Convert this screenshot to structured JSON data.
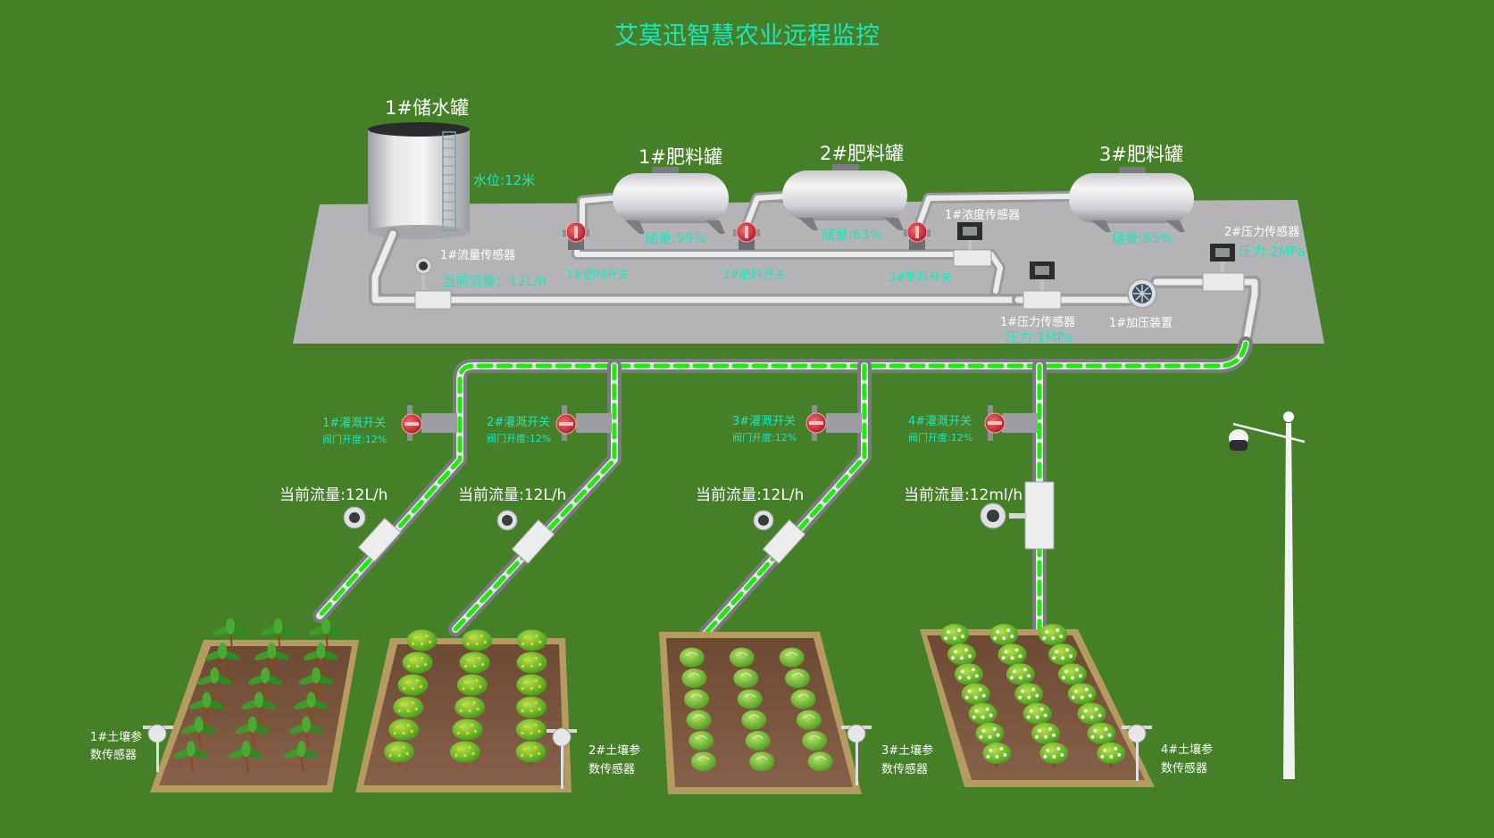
{
  "page": {
    "title": "艾莫迅智慧农业远程监控"
  },
  "water_tank": {
    "name": "1#储水罐",
    "level_label": "水位:12米"
  },
  "flow_sensor_main": {
    "name": "1#流量传感器",
    "value_label": "当前流量：12L/h"
  },
  "fertilizer_tanks": [
    {
      "name": "1#肥料罐",
      "storage_label": "储量:59%",
      "storage_percent": 59,
      "switch_label": "1#肥料开关"
    },
    {
      "name": "2#肥料罐",
      "storage_label": "储量:63%",
      "storage_percent": 63,
      "switch_label": "2#肥料开关"
    },
    {
      "name": "3#肥料罐",
      "storage_label": "储量:85%",
      "storage_percent": 85,
      "switch_label": "3#肥料开关"
    }
  ],
  "concentration_sensor": {
    "name": "1#浓度传感器"
  },
  "pressure_sensors": [
    {
      "name": "1#压力传感器",
      "value_label": "压力:1MPa"
    },
    {
      "name": "2#压力传感器",
      "value_label": "压力:2MPa"
    }
  ],
  "booster": {
    "name": "1#加压装置"
  },
  "irrigation_valves": [
    {
      "name": "1#灌溉开关",
      "opening_label": "阀门开度:12%",
      "opening_percent": 12,
      "flow_label": "当前流量:12L/h"
    },
    {
      "name": "2#灌溉开关",
      "opening_label": "阀门开度:12%",
      "opening_percent": 12,
      "flow_label": "当前流量:12L/h"
    },
    {
      "name": "3#灌溉开关",
      "opening_label": "阀门开度:12%",
      "opening_percent": 12,
      "flow_label": "当前流量:12L/h"
    },
    {
      "name": "4#灌溉开关",
      "opening_label": "阀门开度:12%",
      "opening_percent": 12,
      "flow_label": "当前流量:12ml/h"
    }
  ],
  "soil_sensors": [
    {
      "line1": "1#土壤参",
      "line2": "数传感器"
    },
    {
      "line1": "2#土壤参",
      "line2": "数传感器"
    },
    {
      "line1": "3#土壤参",
      "line2": "数传感器"
    },
    {
      "line1": "4#土壤参",
      "line2": "数传感器"
    }
  ],
  "colors": {
    "background": "#457f27",
    "accent_text": "#1de6bf",
    "flow_dash": "#22e810",
    "platform": "#b4b4b6",
    "valve_red": "#d2323a"
  }
}
